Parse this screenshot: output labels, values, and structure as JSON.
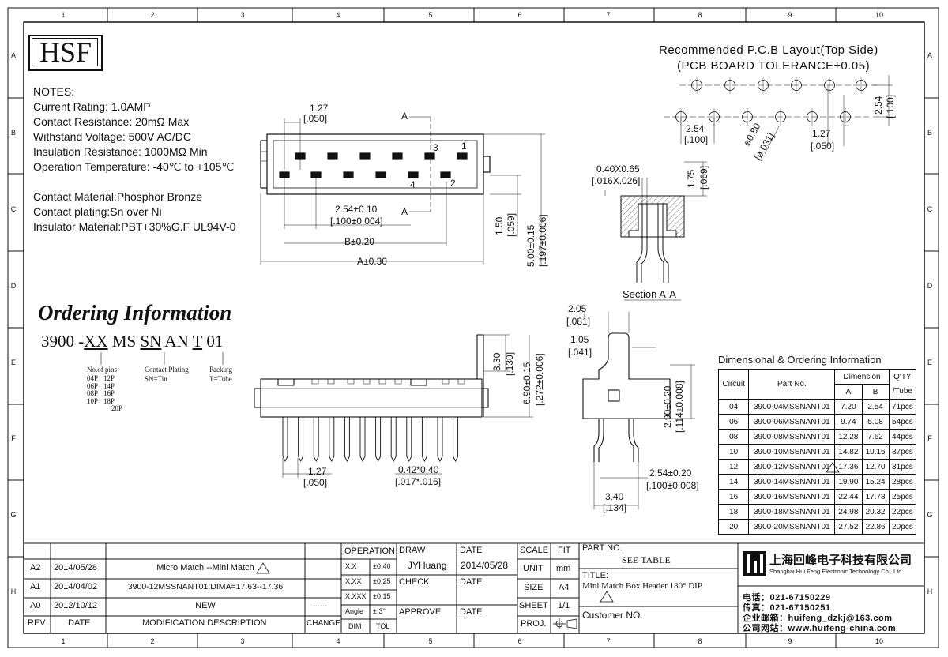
{
  "border": {
    "columns": [
      "1",
      "2",
      "3",
      "4",
      "5",
      "6",
      "7",
      "8",
      "9",
      "10"
    ],
    "rows": [
      "A",
      "B",
      "C",
      "D",
      "E",
      "F",
      "G",
      "H"
    ]
  },
  "logo": {
    "text": "HSF"
  },
  "notes": {
    "heading": "NOTES:",
    "lines": [
      "Current Rating: 1.0AMP",
      "Contact Resistance: 20mΩ Max",
      "Withstand Voltage: 500V AC/DC",
      "Insulation Resistance: 1000MΩ Min",
      "Operation Temperature: -40℃ to +105℃"
    ],
    "material_lines": [
      "Contact Material:Phosphor Bronze",
      "Contact plating:Sn over Ni",
      "Insulator Material:PBT+30%G.F UL94V-0"
    ]
  },
  "ordering": {
    "title": "Ordering Information",
    "p_base": "3900 -",
    "p_xx": "XX",
    "p_ms": " MS ",
    "p_sn": "SN",
    "p_an": " AN ",
    "p_t": "T",
    "p_01": " 01",
    "pins_label": "No.of pins",
    "pins_col1": [
      "04P",
      "06P",
      "08P",
      "10P"
    ],
    "pins_col2": [
      "12P",
      "14P",
      "16P",
      "18P",
      "20P"
    ],
    "plating_label": "Contact Plating",
    "plating_value": "SN=Tin",
    "packing_label": "Packing",
    "packing_value": "T=Tube"
  },
  "pcb": {
    "title": "Recommended P.C.B Layout(Top Side)",
    "subtitle": "(PCB BOARD TOLERANCE±0.05)",
    "dim_pitch": "2.54",
    "dim_pitch_in": "[.100]",
    "dim_hole": "ø0.80",
    "dim_hole_in": "[ø.031]",
    "dim_offset": "1.27",
    "dim_offset_in": "[.050]",
    "dim_row": "2.54",
    "dim_row_in": "[.100]"
  },
  "top_view": {
    "d_127": "1.27",
    "d_127_in": "[.050]",
    "d_254": "2.54±0.10",
    "d_254_in": "[.100±0.004]",
    "d_b": "B±0.20",
    "d_a": "A±0.30",
    "d_150": "1.50",
    "d_150_in": "[.059]",
    "d_500": "5.00±0.15",
    "d_500_in": "[.197±0.006]",
    "sec_a": "A",
    "pin1": "1",
    "pin2": "2",
    "pin3": "3",
    "pin4": "4"
  },
  "section": {
    "d_040": "0.40X0.65",
    "d_040_in": "[.016X.026]",
    "d_175": "1.75",
    "d_175_in": "[.069]",
    "label": "Section A-A"
  },
  "front_view": {
    "d_330": "3.30",
    "d_330_in": "[.130]",
    "d_690": "6.90±0.15",
    "d_690_in": "[.272±0.006]",
    "d_127": "1.27",
    "d_127_in": "[.050]",
    "d_042": "0.42*0.40",
    "d_042_in": "[.017*.016]"
  },
  "side_view": {
    "d_205": "2.05",
    "d_205_in": "[.081]",
    "d_105": "1.05",
    "d_105_in": "[.041]",
    "d_290": "2.90±0.20",
    "d_290_in": "[.114±0.008]",
    "d_254": "2.54±0.20",
    "d_254_in": "[.100±0.008]",
    "d_340": "3.40",
    "d_340_in": "[.134]"
  },
  "dim_table": {
    "title": "Dimensional & Ordering Information",
    "h_circuit": "Circuit",
    "h_part": "Part No.",
    "h_dim": "Dimension",
    "h_a": "A",
    "h_b": "B",
    "h_qty": "Q'TY",
    "h_tube": "/Tube",
    "rows": [
      {
        "circuit": "04",
        "part": "3900-04MSSNANT01",
        "a": "7.20",
        "b": "2.54",
        "qty": "71pcs"
      },
      {
        "circuit": "06",
        "part": "3900-06MSSNANT01",
        "a": "9.74",
        "b": "5.08",
        "qty": "54pcs"
      },
      {
        "circuit": "08",
        "part": "3900-08MSSNANT01",
        "a": "12.28",
        "b": "7.62",
        "qty": "44pcs"
      },
      {
        "circuit": "10",
        "part": "3900-10MSSNANT01",
        "a": "14.82",
        "b": "10.16",
        "qty": "37pcs"
      },
      {
        "circuit": "12",
        "part": "3900-12MSSNANT01",
        "a": "17.36",
        "b": "12.70",
        "qty": "31pcs"
      },
      {
        "circuit": "14",
        "part": "3900-14MSSNANT01",
        "a": "19.90",
        "b": "15.24",
        "qty": "28pcs"
      },
      {
        "circuit": "16",
        "part": "3900-16MSSNANT01",
        "a": "22.44",
        "b": "17.78",
        "qty": "25pcs"
      },
      {
        "circuit": "18",
        "part": "3900-18MSSNANT01",
        "a": "24.98",
        "b": "20.32",
        "qty": "22pcs"
      },
      {
        "circuit": "20",
        "part": "3900-20MSSNANT01",
        "a": "27.52",
        "b": "22.86",
        "qty": "20pcs"
      }
    ]
  },
  "title_block": {
    "revisions": [
      {
        "rev": "A2",
        "date": "2014/05/28",
        "desc": "Micro Match --Mini Match"
      },
      {
        "rev": "A1",
        "date": "2014/04/02",
        "desc": "3900-12MSSNANT01:DIMA=17.63--17.36"
      },
      {
        "rev": "A0",
        "date": "2012/10/12",
        "desc": "NEW"
      }
    ],
    "change_mark": "------",
    "h_rev": "REV",
    "h_date": "DATE",
    "h_desc": "MODIFICATION DESCRIPTION",
    "h_change": "CHANGE",
    "operation": "OPERATION",
    "tol": [
      {
        "k": "X.X",
        "v": "±0.40"
      },
      {
        "k": "X.XX",
        "v": "±0.25"
      },
      {
        "k": "X.XXX",
        "v": "±0.15"
      },
      {
        "k": "Angle",
        "v": "± 3°"
      }
    ],
    "h_dim": "DIM",
    "h_tol": "TOL",
    "draw": "DRAW",
    "draw_name": "JYHuang",
    "check": "CHECK",
    "approve": "APPROVE",
    "date_label": "DATE",
    "draw_date": "2014/05/28",
    "scale": "SCALE",
    "fit": "FIT",
    "unit": "UNIT",
    "unit_val": "mm",
    "size": "SIZE",
    "size_val": "A4",
    "sheet": "SHEET",
    "sheet_val": "1/1",
    "proj": "PROJ.",
    "part_no_label": "PART NO.",
    "part_no_val": "SEE TABLE",
    "title_label": "TITLE:",
    "title_val": "Mini Match Box Header 180° DIP",
    "customer_label": "Customer NO.",
    "company_cn": "上海回峰电子科技有限公司",
    "company_en": "Shanghai Hui Feng Electronic Technology Co., Ltd.",
    "tel": "电话：021-67150229",
    "fax": "传真：021-67150251",
    "email": "企业邮箱：huifeng_dzkj@163.com",
    "web": "公司网站：www.huifeng-china.com"
  }
}
